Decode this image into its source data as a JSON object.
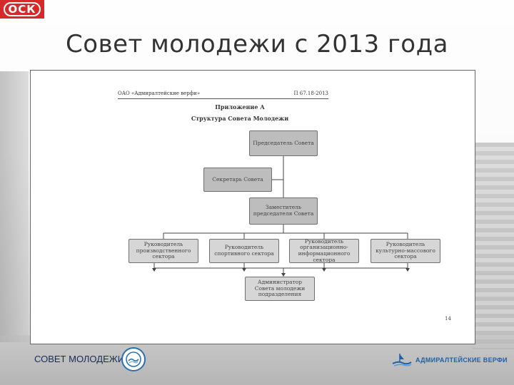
{
  "slide": {
    "logo_text": "ОСК",
    "title": "Совет молодежи с 2013 года",
    "footer_left": "СОВЕТ МОЛОДЕЖИ",
    "footer_right": "АДМИРАЛТЕЙСКИЕ ВЕРФИ"
  },
  "document": {
    "header_left": "ОАО «Адмиралтейские верфи»",
    "header_right": "П 67.18-2013",
    "appendix": "Приложение А",
    "caption": "Структура Совета Молодежи",
    "page_number": "14",
    "boxes": {
      "chair": "Председатель Совета",
      "secretary": "Секретарь Совета",
      "deputy": "Заместитель председателя Совета",
      "head_production": "Руководитель производственного сектора",
      "head_sports": "Руководитель спортивного сектора",
      "head_org": "Руководитель организационно-информационного сектора",
      "head_culture": "Руководитель культурно-массового сектора",
      "admin": "Администратор Совета молодежи подразделения"
    }
  }
}
